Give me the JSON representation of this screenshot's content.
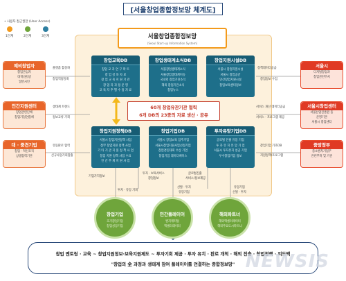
{
  "title": "[서울창업종합정보망 체계도]",
  "legend": {
    "title": "• 사용자 접근권한 (User Access)",
    "items": [
      {
        "label": "1단계",
        "color": "#f39a1b"
      },
      {
        "label": "2단계",
        "color": "#6fa53b"
      },
      {
        "label": "3단계",
        "color": "#2e7ea0"
      }
    ]
  },
  "hub": {
    "title": "서울창업종합정보망",
    "subtitle": "(Seoul Start-up Information System)"
  },
  "dbs_top": [
    {
      "title": "창업교육DB",
      "lines": [
        "창업 교 과 연 구 파 트",
        "창 업 강 좌 자 료",
        "창 업 교 육 지 원 기 관",
        "창 업 자 과 정 운 영",
        "교 육 자 주 별 수 정 자 료"
      ]
    },
    {
      "title": "창업생태계소식DB",
      "lines": [
        "서울창업생태계소식",
        "서울창업생태계이슈",
        "국내외 창업기관소식",
        "해외 창업기관소식",
        "창업뉴스"
      ]
    },
    {
      "title": "창업지원시설DB",
      "lines": [
        "서울시 창업지원시설",
        "서울시 창업공간",
        "민간창업지원시설",
        "창업보육센터정보"
      ]
    }
  ],
  "dbs_bottom": [
    {
      "title": "창업지원정책DB",
      "lines": [
        "서울시 창업지원정책 사업",
        "정부 창업지원 정책 사업",
        "기 타 기 관 지 원 정 책 사 업",
        "창업 지원 정책 사업 수요",
        "민 간 주 체 지 원 사 업"
      ]
    },
    {
      "title": "창업기업DB",
      "lines": [
        "서울시 창업보육 입주기업",
        "서울시창업지원사업선정기업",
        "창업경진대회 수상 기업",
        "창업기업 데이터베이스"
      ]
    },
    {
      "title": "투자유망기업DB",
      "lines": [
        "글로벌 진출 유망 기업",
        "투 자 유 치 유 망 기 업",
        "서울시 투자유치 성공 기업",
        "우수창업기업 정보"
      ]
    }
  ],
  "center": {
    "line1": "60개 창업유관기관 협력",
    "line2": "6개 DB의 23종의 자료 생산 · 공유"
  },
  "left": [
    {
      "title": "예비창업자",
      "lines": [
        "창업관심자",
        "대학(원)생",
        "일반시민"
      ]
    },
    {
      "title": "민간지원센터",
      "lines": [
        "창업관련단체",
        "창업기업연합체"
      ]
    },
    {
      "title": "대 · 중견기업",
      "lines": [
        "창업 · 혁신조직",
        "상생협력기관"
      ]
    }
  ],
  "right": [
    {
      "title": "서울시",
      "lines": [
        "디지털창업과",
        "창업관련부서"
      ]
    },
    {
      "title": "서울시창업센터",
      "lines": [
        "서울산업진흥원 등",
        "운영기관",
        "서울시 창업센터"
      ]
    },
    {
      "title": "중앙정부",
      "lines": [
        "중소벤처기업부",
        "관련부처 및 기관"
      ]
    }
  ],
  "left_arrows": [
    [
      "플랫폼 활성화",
      "창업역량강화"
    ],
    [
      "생태계 트렌드",
      "정보교류 기회"
    ],
    [
      "유동판로 협력",
      "신규사업기회창출"
    ]
  ],
  "right_arrows": [
    [
      "정책데이터공급",
      "창업정보 수집"
    ],
    [
      "서비스 개선 데이터공급",
      "서비스 · 프로그램 제공"
    ],
    [
      "창업기업 기초DB",
      "지원정책/프로그램"
    ]
  ],
  "bottom_arrows": [
    {
      "lines": [
        "기업가치정보"
      ]
    },
    {
      "lines": [
        "투자 · 보육서비스",
        "창업정보"
      ]
    },
    {
      "lines": [
        "글로벌진출",
        "서비스/정보제공"
      ]
    },
    {
      "lines": [
        "투자 · 유망 기회"
      ]
    },
    {
      "lines": [
        "선발 · 투자",
        "유망기업"
      ]
    },
    {
      "lines": [
        "유망기업",
        "선발 · 투자"
      ]
    }
  ],
  "circles": [
    {
      "title": "창업기업",
      "lines": [
        "초기창업기업",
        "창업성장기업"
      ]
    },
    {
      "title": "민간플레이어",
      "lines": [
        "벤처캐피털",
        "액셀러레이터"
      ]
    },
    {
      "title": "해외파트너",
      "lines": [
        "해외액셀러레이터",
        "해외주요도시파트너"
      ]
    }
  ],
  "bottom": {
    "line1": "창업 멘토링 · 교육 ~ 창업지원정보·보육지원제도 ~ 투자기회 제공 · 투자 유치 · 판로 개척 · 해외 진출 · 창업정책 · 피드백",
    "line2": "\"창업의 全 과정과 생태계 참여 플레이어를 연결하는 종합정보망\""
  },
  "watermark": "NEWSIS"
}
